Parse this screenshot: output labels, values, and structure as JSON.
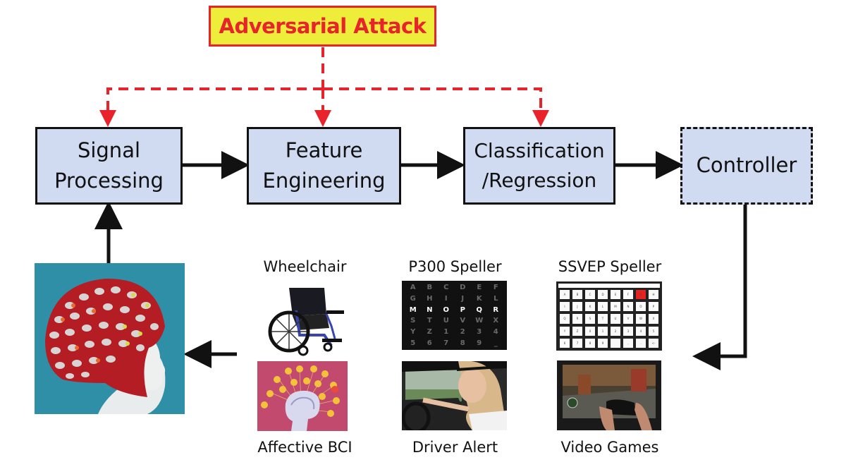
{
  "attack": {
    "label": "Adversarial Attack",
    "color_fill": "#eeee3a",
    "color_border": "#e8232b",
    "targets": [
      "signal_processing",
      "feature_engineering",
      "classification"
    ]
  },
  "pipeline": [
    {
      "id": "signal_processing",
      "lines": [
        "Signal",
        "Processing"
      ],
      "style": "solid"
    },
    {
      "id": "feature_engineering",
      "lines": [
        "Feature",
        "Engineering"
      ],
      "style": "solid"
    },
    {
      "id": "classification",
      "lines": [
        "Classification",
        "/Regression"
      ],
      "style": "solid"
    },
    {
      "id": "controller",
      "lines": [
        "Controller"
      ],
      "style": "dashed"
    }
  ],
  "colors": {
    "stage_fill": "#d0daf0",
    "stage_border": "#111111",
    "arrow": "#111111",
    "attack_arrow": "#e8232b"
  },
  "applications": {
    "wheelchair": "Wheelchair",
    "p300": "P300 Speller",
    "ssvep": "SSVEP Speller",
    "affective": "Affective BCI",
    "driver": "Driver Alert",
    "games": "Video Games"
  },
  "p300_grid": {
    "rows": [
      [
        "A",
        "B",
        "C",
        "D",
        "E",
        "F"
      ],
      [
        "G",
        "H",
        "I",
        "J",
        "K",
        "L"
      ],
      [
        "M",
        "N",
        "O",
        "P",
        "Q",
        "R"
      ],
      [
        "S",
        "T",
        "U",
        "V",
        "W",
        "X"
      ],
      [
        "Y",
        "Z",
        "1",
        "2",
        "3",
        "4"
      ],
      [
        "5",
        "6",
        "7",
        "8",
        "9",
        "_"
      ]
    ],
    "highlighted_row": 2
  },
  "ssvep_grid": {
    "keys": [
      "A",
      "B",
      "C",
      "D",
      "E",
      "F",
      "G",
      "H",
      "I",
      "J",
      "K",
      "L",
      "M",
      "N",
      "O",
      "P",
      "Q",
      "R",
      "S",
      "T",
      "U",
      "V",
      "W",
      "X",
      "Y",
      "Z",
      "0",
      "1",
      "2",
      "3",
      "4",
      "5",
      "6",
      "7",
      "8",
      "9",
      " ",
      ",",
      ".",
      "<-"
    ],
    "highlighted_key": "G"
  },
  "images": {
    "eeg_cap": "EEG electrode cap on mannequin head",
    "wheelchair": "wheelchair photo",
    "affective": "brain with emotion emojis",
    "driver": "driver wearing EEG headband",
    "games": "hands holding game controller"
  }
}
